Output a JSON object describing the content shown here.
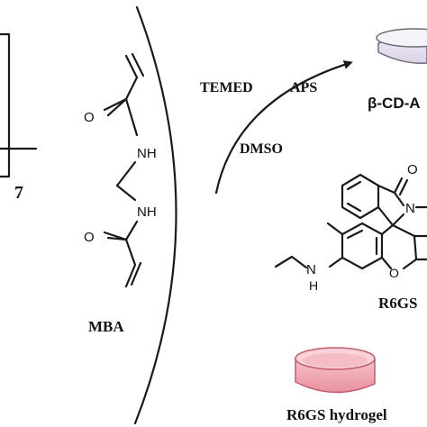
{
  "labels": {
    "repeat_count": "7",
    "reagent_1": "TEMED",
    "reagent_2": "APS",
    "solvent": "DMSO",
    "crosslinker": "MBA",
    "product_1": "β-CD-A",
    "dye": "R6GS",
    "product_2": "R6GS hydrogel"
  },
  "atoms": {
    "carbonyl_o_1": "O",
    "amide_nh_1": "NH",
    "amide_nh_2": "NH",
    "carbonyl_o_2": "O",
    "r6g_o_lactam": "O",
    "r6g_n_lactam": "N",
    "r6g_nh": "N",
    "r6g_h": "H",
    "r6g_o_ring": "O"
  },
  "colors": {
    "dish_light": "#e9e4f2",
    "dish_rim": "#6b6b73",
    "dish_pink": "#f4b3bd",
    "dish_pink_dark": "#e07a8a"
  }
}
